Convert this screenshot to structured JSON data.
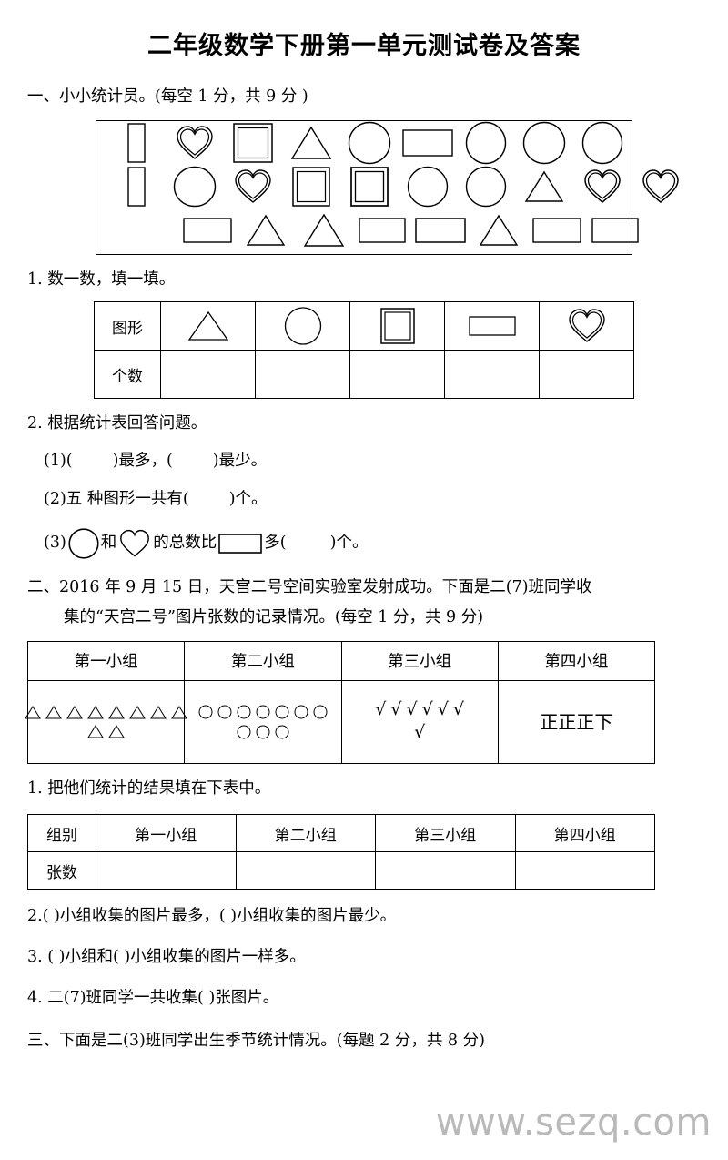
{
  "document": {
    "title": "二年级数学下册第一单元测试卷及答案",
    "watermark": "www.sezq.com"
  },
  "section_one": {
    "heading": "一、小小统计员。(每空 1 分，共 9 分 )",
    "shape_pool": {
      "rows": [
        [
          "rectangle-v",
          "heart",
          "double-square",
          "triangle",
          "circle",
          "rectangle-h",
          "circle",
          "circle",
          "circle"
        ],
        [
          "rectangle-v",
          "circle",
          "heart",
          "double-square",
          "double-square",
          "circle",
          "circle",
          "triangle",
          "heart",
          "heart"
        ],
        [
          "rectangle-h",
          "triangle",
          "triangle",
          "rectangle-h",
          "rectangle-h",
          "triangle",
          "rectangle-h",
          "rectangle-h"
        ]
      ]
    },
    "q1": {
      "label": "1. 数一数，填一填。",
      "table": {
        "row_labels": [
          "图形",
          "个数"
        ],
        "shapes": [
          "triangle",
          "circle",
          "double-square",
          "rectangle-h",
          "heart"
        ],
        "counts": [
          "",
          "",
          "",
          "",
          ""
        ]
      }
    },
    "q2": {
      "label": "2. 根据统计表回答问题。",
      "items": [
        {
          "prefix": "(1)(",
          "middle": ")最多，(",
          "suffix": ")最少。"
        },
        {
          "prefix": "(2)五 种图形一共有(",
          "suffix": ")个。"
        },
        {
          "prefix": "(3)",
          "shape_a": "circle",
          "mid_a": "和",
          "shape_b": "heart",
          "mid_b": "的总数比",
          "shape_c": "rectangle-h",
          "mid_c": "多(",
          "suffix": ")个。"
        }
      ]
    }
  },
  "section_two": {
    "heading_line1": "二、2016 年 9 月 15 日，天宫二号空间实验室发射成功。下面是二(7)班同学收",
    "heading_line2": "集的“天宫二号”图片张数的记录情况。(每空 1 分，共 9 分)",
    "tally_table": {
      "headers": [
        "第一小组",
        "第二小组",
        "第三小组",
        "第四小组"
      ],
      "groups": [
        {
          "name": "第一小组",
          "symbol": "triangle",
          "line1_count": 8,
          "line2_count": 2,
          "total": 10
        },
        {
          "name": "第二小组",
          "symbol": "circle",
          "line1_count": 7,
          "line2_count": 3,
          "total": 10
        },
        {
          "name": "第三小组",
          "symbol": "check",
          "line1_count": 6,
          "line2_count": 1,
          "total": 7
        },
        {
          "name": "第四小组",
          "symbol": "zheng",
          "marks": "正正正下",
          "total": 17
        }
      ]
    },
    "q1": {
      "label": "1. 把他们统计的结果填在下表中。",
      "table": {
        "row_labels": [
          "组别",
          "张数"
        ],
        "headers": [
          "第一小组",
          "第二小组",
          "第三小组",
          "第四小组"
        ],
        "values": [
          "",
          "",
          "",
          ""
        ]
      }
    },
    "q2": {
      "text": "2.(        )小组收集的图片最多，(        )小组收集的图片最少。"
    },
    "q3": {
      "text": "3. (        )小组和(        )小组收集的图片一样多。"
    },
    "q4": {
      "text": "4. 二(7)班同学一共收集(        )张图片。"
    }
  },
  "section_three": {
    "heading": "三、下面是二(3)班同学出生季节统计情况。(每题 2 分，共 8 分)"
  }
}
